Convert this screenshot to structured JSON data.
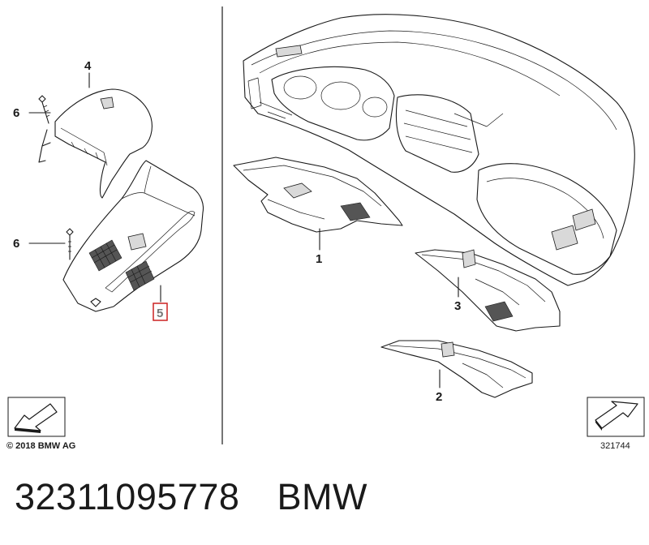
{
  "callouts": {
    "c1": "1",
    "c2": "2",
    "c3": "3",
    "c4": "4",
    "c5": "5",
    "c6a": "6",
    "c6b": "6"
  },
  "copyright": "© 2018 BMW AG",
  "reference_number": "321744",
  "footer": {
    "part_number": "32311095778",
    "brand": "BMW"
  },
  "highlight_color": "#cc2222",
  "icons": {
    "back_nav": "arrow-down-left-icon",
    "forward_nav": "arrow-up-right-icon"
  }
}
